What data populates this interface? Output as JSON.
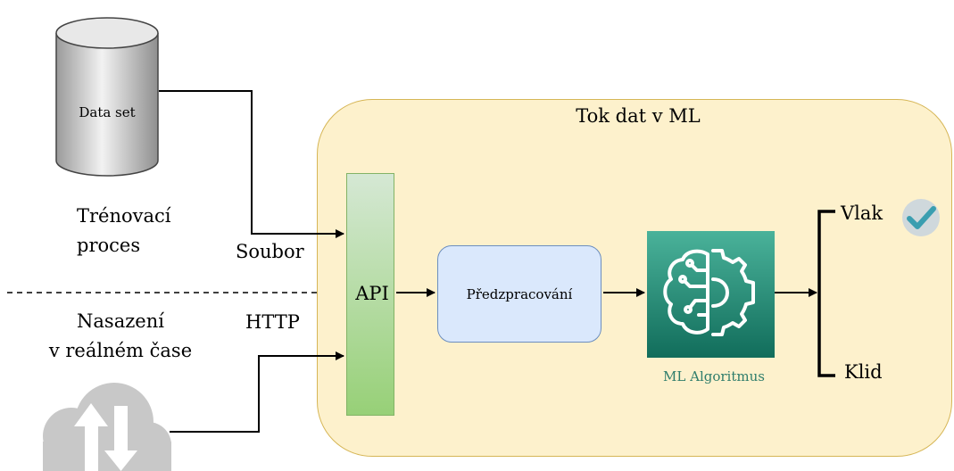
{
  "diagram": {
    "dataset_label": "Data set",
    "training_label_line1": "Trénovací",
    "training_label_line2": "proces",
    "deploy_label_line1": "Nasazení",
    "deploy_label_line2": "v reálném čase",
    "file_label": "Soubor",
    "http_label": "HTTP",
    "container_title": "Tok dat v ML",
    "api_label": "API",
    "preprocess_label": "Předzpracování",
    "ml_label": "ML Algoritmus",
    "output_train": "Vlak",
    "output_idle": "Klid"
  },
  "colors": {
    "container_fill": "#fdf1cc",
    "container_border": "#d6b656",
    "api_fill_top": "#d5e8d4",
    "api_fill_bottom": "#97d077",
    "preprocess_fill": "#dae8fc",
    "ml_tile_top": "#4ab29a",
    "ml_tile_bottom": "#116d5b",
    "check_circle": "#cfd8dc",
    "check_mark": "#3a9eb0"
  }
}
